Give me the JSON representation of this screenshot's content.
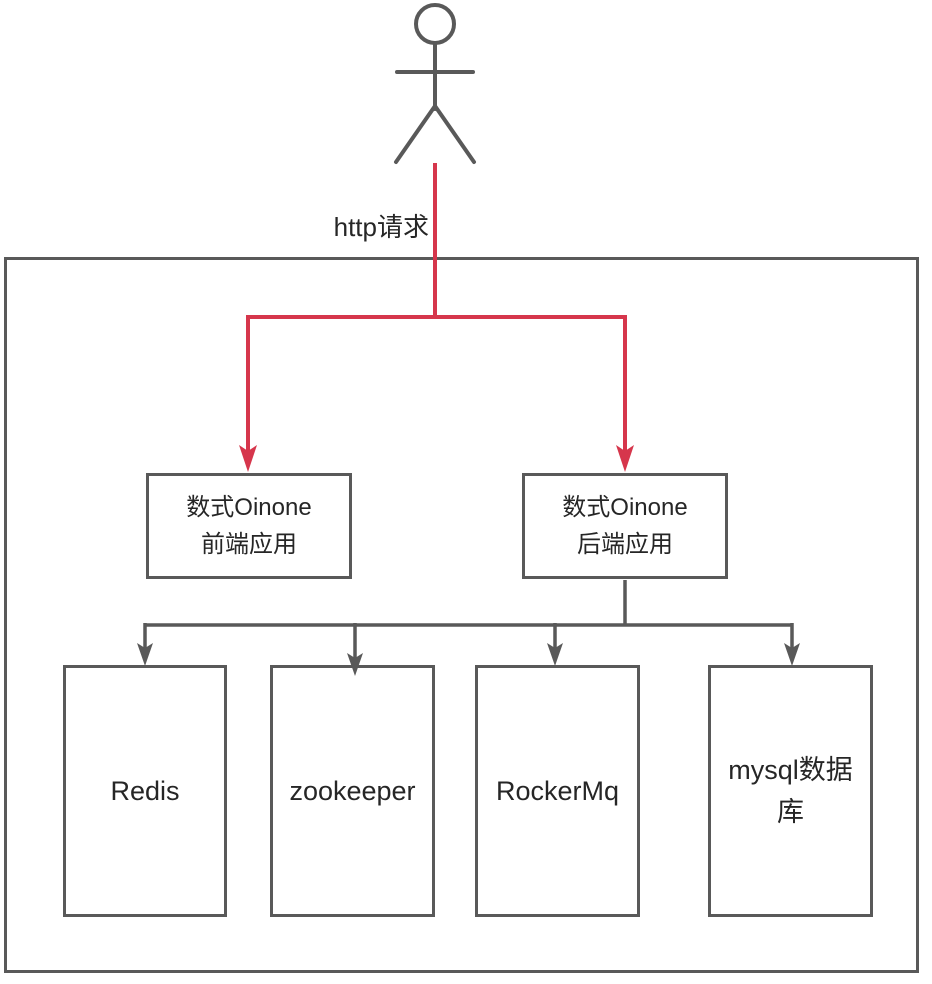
{
  "diagram": {
    "edge_label": "http请求",
    "nodes": {
      "frontend": {
        "line1": "数式Oinone",
        "line2": "前端应用"
      },
      "backend": {
        "line1": "数式Oinone",
        "line2": "后端应用"
      },
      "redis": {
        "label": "Redis"
      },
      "zookeeper": {
        "label": "zookeeper"
      },
      "rockermq": {
        "label": "RockerMq"
      },
      "mysql": {
        "line1": "mysql数据",
        "line2": "库"
      }
    },
    "colors": {
      "line_gray": "#595959",
      "arrow_red": "#d6364c",
      "text": "#262626",
      "background": "#ffffff"
    }
  }
}
